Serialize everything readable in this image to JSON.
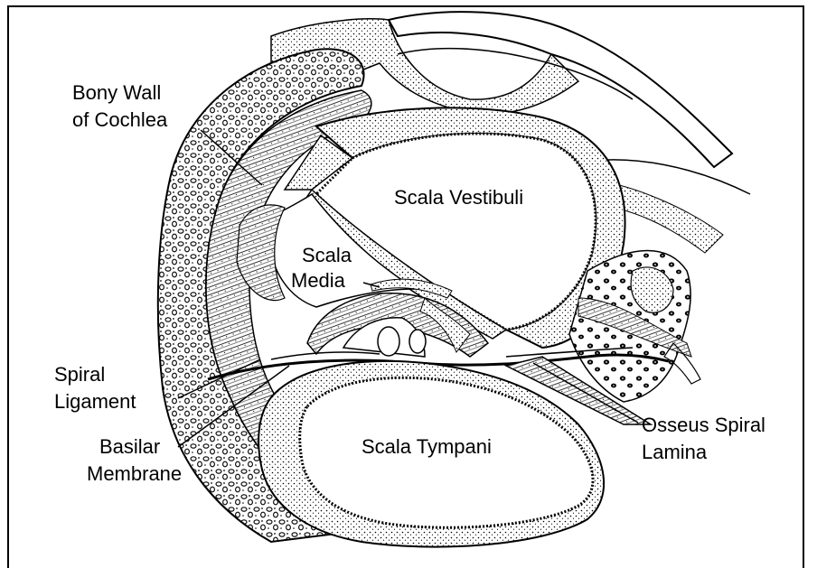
{
  "labels": {
    "bony_wall_line1": "Bony Wall",
    "bony_wall_line2": "of Cochlea",
    "scala_vestibuli": "Scala Vestibuli",
    "scala_media_line1": "Scala",
    "scala_media_line2": "Media",
    "spiral_ligament_line1": "Spiral",
    "spiral_ligament_line2": "Ligament",
    "basilar_membrane_line1": "Basilar",
    "basilar_membrane_line2": "Membrane",
    "scala_tympani": "Scala Tympani",
    "osseus_spiral_lamina_line1": "Osseus Spiral",
    "osseus_spiral_lamina_line2": "Lamina"
  },
  "colors": {
    "ink": "#000000",
    "background": "#ffffff",
    "tissue": "#e9e9e9"
  }
}
